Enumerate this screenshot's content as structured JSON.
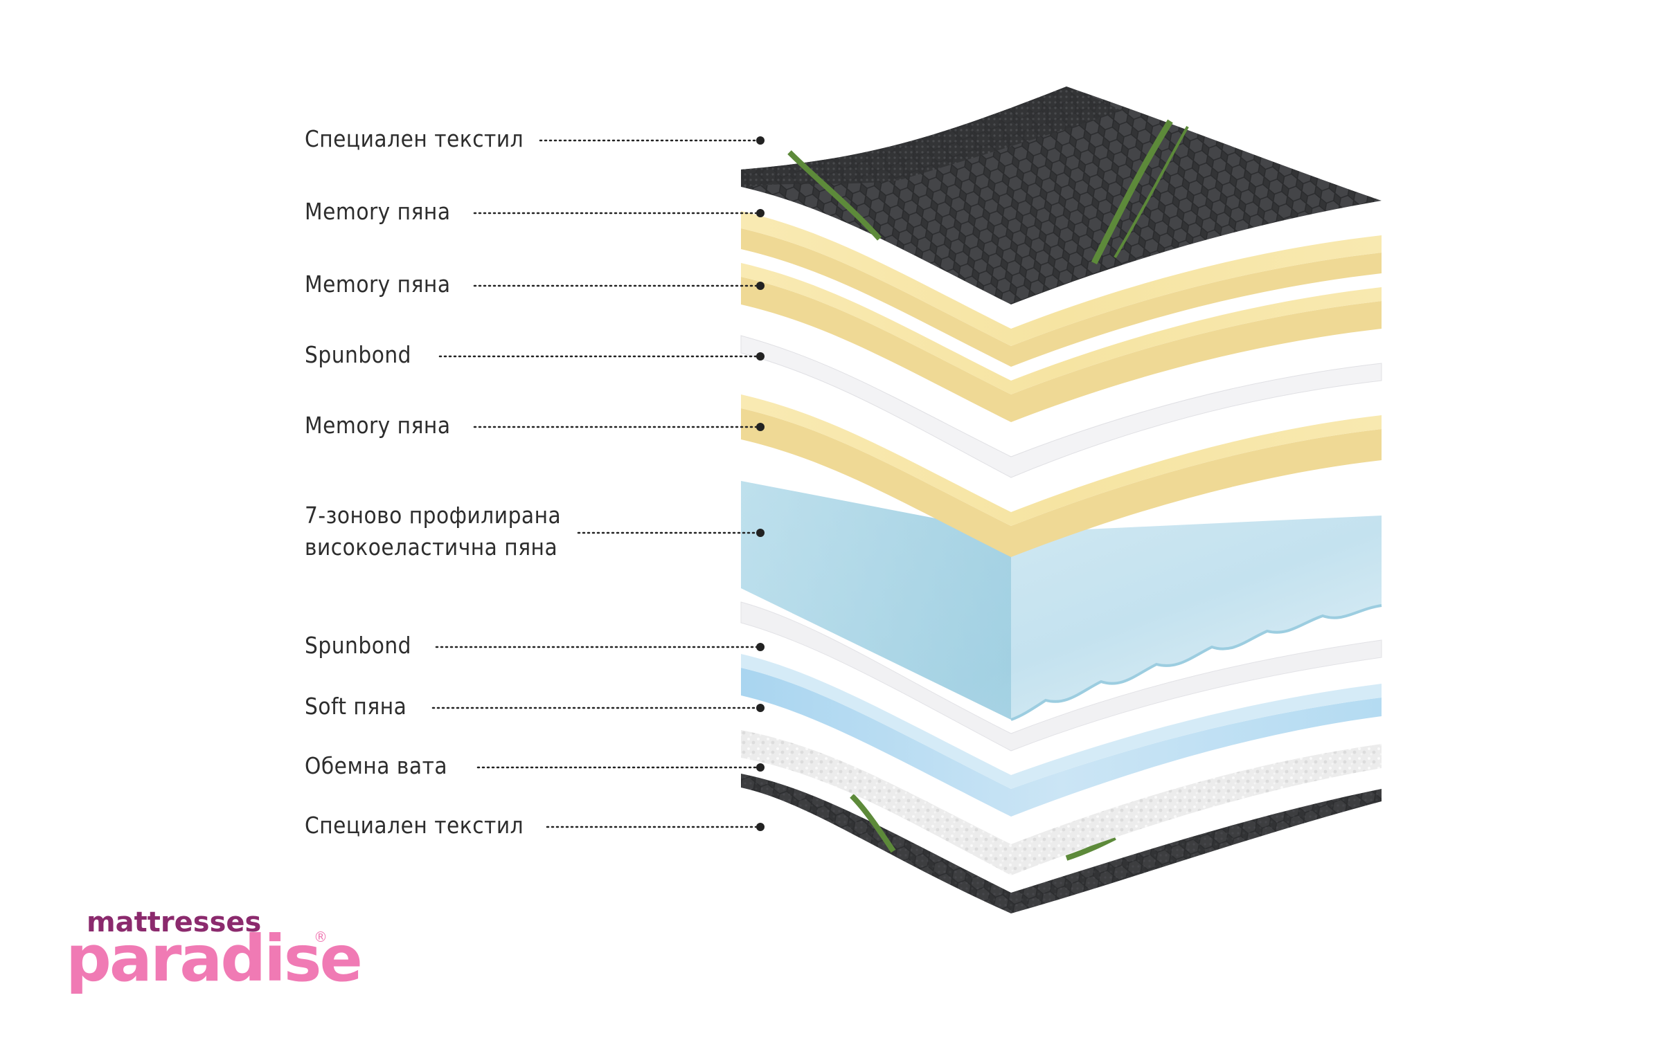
{
  "layers": [
    {
      "label_lines": [
        "Специален текстил"
      ],
      "material": "textile"
    },
    {
      "label_lines": [
        "Memory пяна"
      ],
      "material": "memory-foam"
    },
    {
      "label_lines": [
        "Memory пяна"
      ],
      "material": "memory-foam"
    },
    {
      "label_lines": [
        "Spunbond"
      ],
      "material": "spunbond"
    },
    {
      "label_lines": [
        "Memory пяна"
      ],
      "material": "memory-foam"
    },
    {
      "label_lines": [
        "7-зоново профилирана",
        "високоеластична пяна"
      ],
      "material": "profiled-foam"
    },
    {
      "label_lines": [
        "Spunbond"
      ],
      "material": "spunbond"
    },
    {
      "label_lines": [
        "Soft пяна"
      ],
      "material": "soft-foam"
    },
    {
      "label_lines": [
        "Обемна вата"
      ],
      "material": "wadding"
    },
    {
      "label_lines": [
        "Специален текстил"
      ],
      "material": "textile"
    }
  ],
  "colors": {
    "textile": "#3a3b3d",
    "textile_stripe": "#5d8a3a",
    "memory_foam": "#f7e7a9",
    "memory_foam_side": "#eed889",
    "spunbond": "#f4f4f6",
    "profiled_foam": "#cfe6f2",
    "profiled_foam_side": "#9fd0e2",
    "soft_foam": "#bfe0f4",
    "wadding": "#ececec",
    "leader": "#222222",
    "logo_top": "#8b2a6d",
    "logo_main": "#f07ab4"
  },
  "logo": {
    "top": "mattresses",
    "main": "paradise",
    "reg": "®"
  }
}
